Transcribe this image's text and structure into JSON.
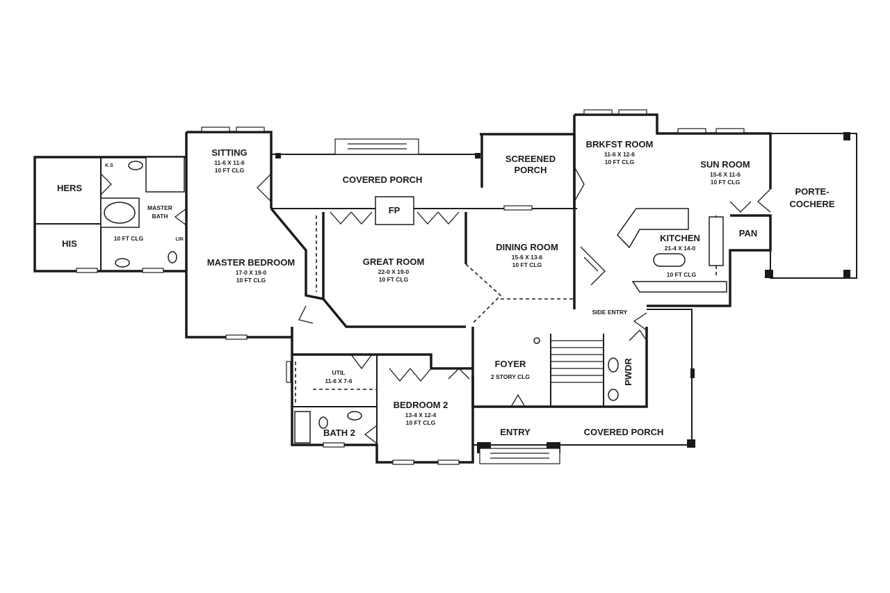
{
  "rooms": {
    "hers": {
      "name": "HERS"
    },
    "his": {
      "name": "HIS"
    },
    "ks": {
      "name": "K.S"
    },
    "master_bath": {
      "line1": "MASTER",
      "line2": "BATH",
      "clg": "10 FT CLG"
    },
    "lin": {
      "name": "LIN"
    },
    "sitting": {
      "name": "SITTING",
      "dims": "11-6 X 11-6",
      "clg": "10 FT CLG"
    },
    "covered_porch_rear": {
      "name": "COVERED PORCH"
    },
    "screened_porch": {
      "line1": "SCREENED",
      "line2": "PORCH"
    },
    "brkfst_room": {
      "name": "BRKFST ROOM",
      "dims": "11-6 X 12-6",
      "clg": "10 FT CLG"
    },
    "sun_room": {
      "name": "SUN ROOM",
      "dims": "15-6 X 11-6",
      "clg": "10 FT CLG"
    },
    "porte_cochere": {
      "line1": "PORTE-",
      "line2": "COCHERE"
    },
    "pan": {
      "name": "PAN"
    },
    "kitchen": {
      "name": "KITCHEN",
      "dims": "21-4 X 14-0",
      "clg": "10 FT CLG"
    },
    "fp": {
      "name": "FP"
    },
    "master_bedroom": {
      "name": "MASTER BEDROOM",
      "dims": "17-0 X 19-0",
      "clg": "10 FT CLG"
    },
    "great_room": {
      "name": "GREAT ROOM",
      "dims": "22-0 X 19-0",
      "clg": "10 FT CLG"
    },
    "dining_room": {
      "name": "DINING ROOM",
      "dims": "15-6 X 13-6",
      "clg": "10 FT CLG"
    },
    "side_entry": {
      "name": "SIDE ENTRY"
    },
    "util": {
      "name": "UTIL",
      "dims": "11-6 X 7-6"
    },
    "foyer": {
      "name": "FOYER",
      "clg": "2 STORY CLG"
    },
    "pwdr": {
      "name": "PWDR"
    },
    "bedroom2": {
      "name": "BEDROOM 2",
      "dims": "13-4 X 12-4",
      "clg": "10 FT CLG"
    },
    "bath2": {
      "name": "BATH 2"
    },
    "entry": {
      "name": "ENTRY"
    },
    "covered_porch_front": {
      "name": "COVERED PORCH"
    }
  },
  "colors": {
    "ink": "#1a1a1a",
    "paper": "#ffffff"
  }
}
